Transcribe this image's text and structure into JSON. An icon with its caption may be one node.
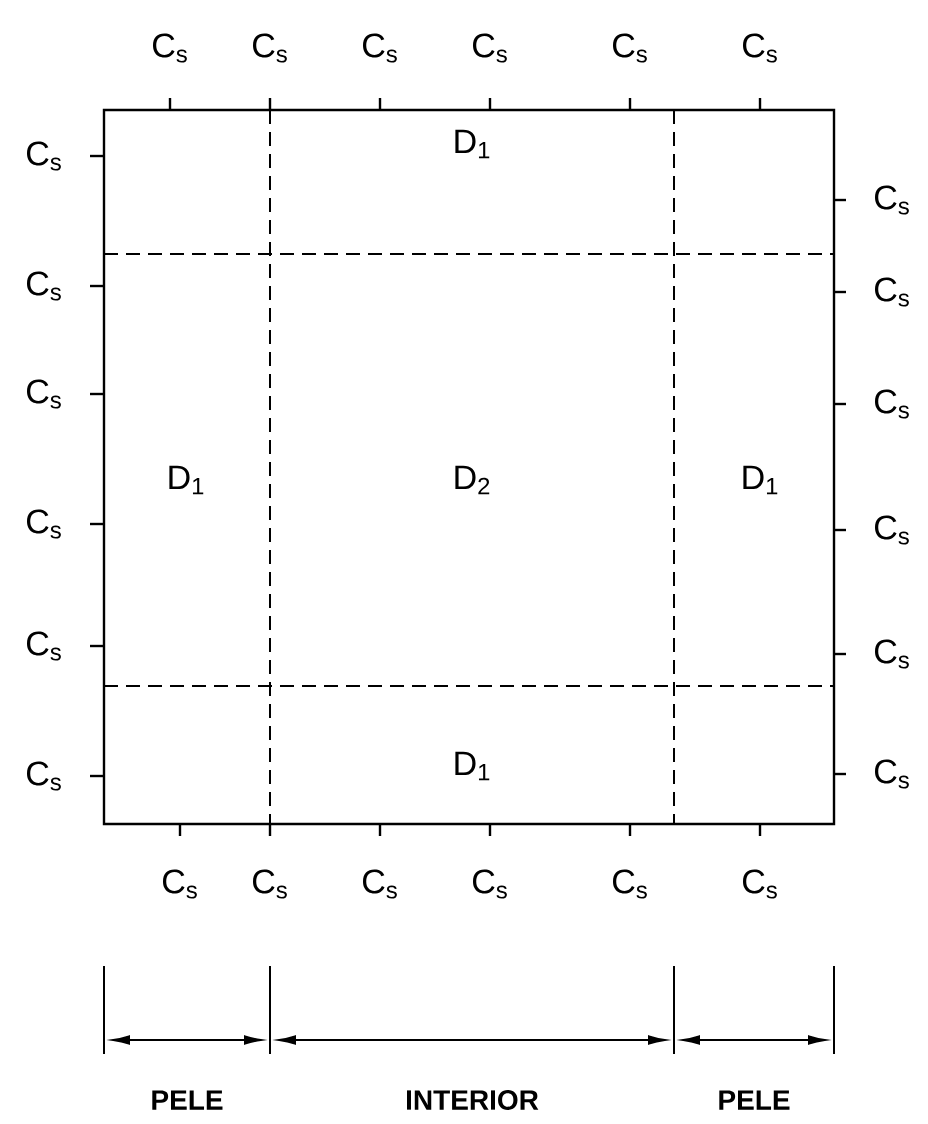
{
  "diagram": {
    "labels": [
      "C$_{s}$",
      "C$_{s}$",
      "C$_{s}$",
      "C$_{s}$",
      "C$_{s}$",
      "C$_{s}$",
      "C$_{s}$",
      "D$_{1}$",
      "C$_{s}$",
      "C$_{s}$",
      "C$_{s}$",
      "C$_{s}$",
      "C$_{s}$",
      "C$_{s}$",
      "D$_{1}$",
      "D$_{2}$",
      "D$_{1}$",
      "C$_{s}$",
      "C$_{s}$",
      "C$_{s}$",
      "C$_{s}$",
      "D$_{1}$",
      "C$_{s}$",
      "C$_{s}$",
      "C$_{s}$",
      "C$_{s}$",
      "C$_{s}$",
      "C$_{s}$",
      "C$_{s}$",
      "PELE",
      "INTERIOR",
      "PELE"
    ]
  }
}
